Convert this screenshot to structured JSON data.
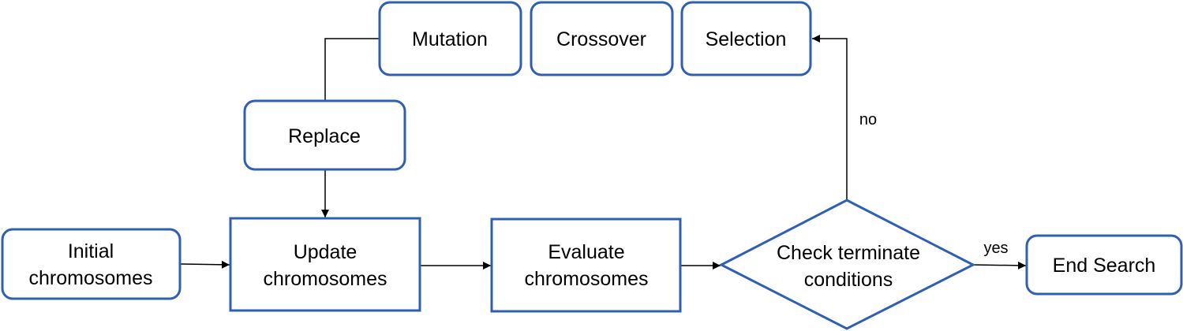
{
  "colors": {
    "node_border": "#2f5fb3",
    "edge": "#000000",
    "background": "#ffffff"
  },
  "nodes": {
    "mutation": {
      "label": "Mutation"
    },
    "crossover": {
      "label": "Crossover"
    },
    "selection": {
      "label": "Selection"
    },
    "replace": {
      "label": "Replace"
    },
    "initial": {
      "line1": "Initial",
      "line2": "chromosomes"
    },
    "update": {
      "line1": "Update",
      "line2": "chromosomes"
    },
    "evaluate": {
      "line1": "Evaluate",
      "line2": "chromosomes"
    },
    "check": {
      "line1": "Check terminate",
      "line2": "conditions"
    },
    "end": {
      "label": "End Search"
    }
  },
  "edges": {
    "no_label": "no",
    "yes_label": "yes"
  }
}
